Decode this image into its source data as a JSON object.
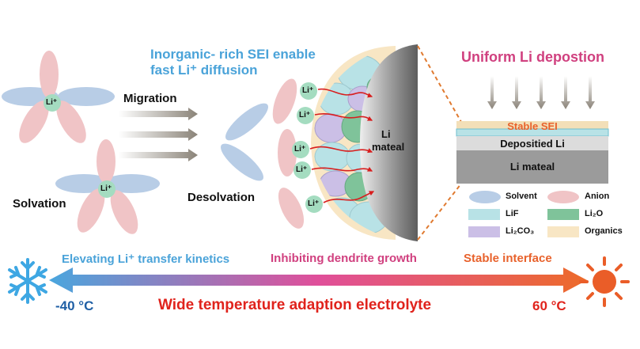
{
  "title_sei": "Inorganic- rich SEI enable",
  "title_sei_2": "fast Li⁺ diffusion",
  "title_uniform": "Uniform Li depostion",
  "labels": {
    "migration": "Migration",
    "solvation": "Solvation",
    "desolvation": "Desolvation",
    "li_ion": "Li⁺",
    "li_metal": "Li",
    "li_metal_2": "mateal"
  },
  "layers": {
    "stable_sei": "Stable SEI",
    "deposited": "Depositied Li",
    "metal": "Li mateal"
  },
  "legend": {
    "solvent": "Solvent",
    "anion": "Anion",
    "lif": "LiF",
    "li2o": "Li₂O",
    "li2co3": "Li₂CO₃",
    "organics": "Organics"
  },
  "bottom": {
    "kinetics": "Elevating Li⁺ transfer kinetics",
    "dendrite": "Inhibiting dendrite growth",
    "interface": "Stable interface",
    "low_temp": "-40 °C",
    "high_temp": "60 °C",
    "main": "Wide temperature adaption electrolyte"
  },
  "colors": {
    "solvent": "#b8cde6",
    "anion": "#f0c4c6",
    "lif": "#b8e2e6",
    "li2o": "#7fc39a",
    "li2co3": "#cbbfe6",
    "organics": "#f8e6c4",
    "li_bubble": "#a4dcc0",
    "blue_text": "#4aa3d9",
    "pink_text": "#d0407f",
    "orange_text": "#e8622c",
    "red_text": "#e0231c",
    "navy_text": "#1f5fa5"
  }
}
